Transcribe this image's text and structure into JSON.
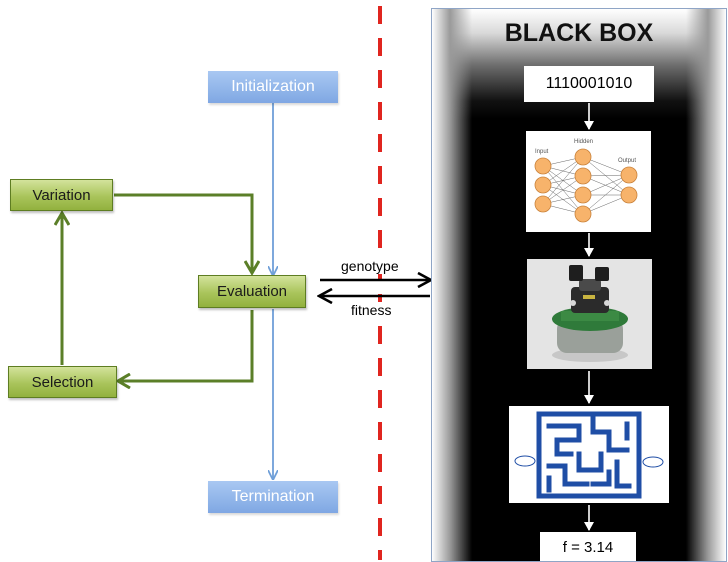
{
  "workflow": {
    "initialization": "Initialization",
    "evaluation": "Evaluation",
    "termination": "Termination",
    "variation": "Variation",
    "selection": "Selection"
  },
  "interface": {
    "genotype_label": "genotype",
    "fitness_label": "fitness"
  },
  "black_box": {
    "title": "BLACK BOX",
    "genotype_code": "1110001010",
    "fitness_output": "f = 3.14",
    "network_labels": {
      "input": "Input",
      "hidden": "Hidden",
      "output": "Output"
    }
  },
  "colors": {
    "green_flow": "#5b7f28",
    "blue_flow": "#6f9fd8",
    "divider": "#e0251f",
    "maze": "#1f4ea6"
  }
}
